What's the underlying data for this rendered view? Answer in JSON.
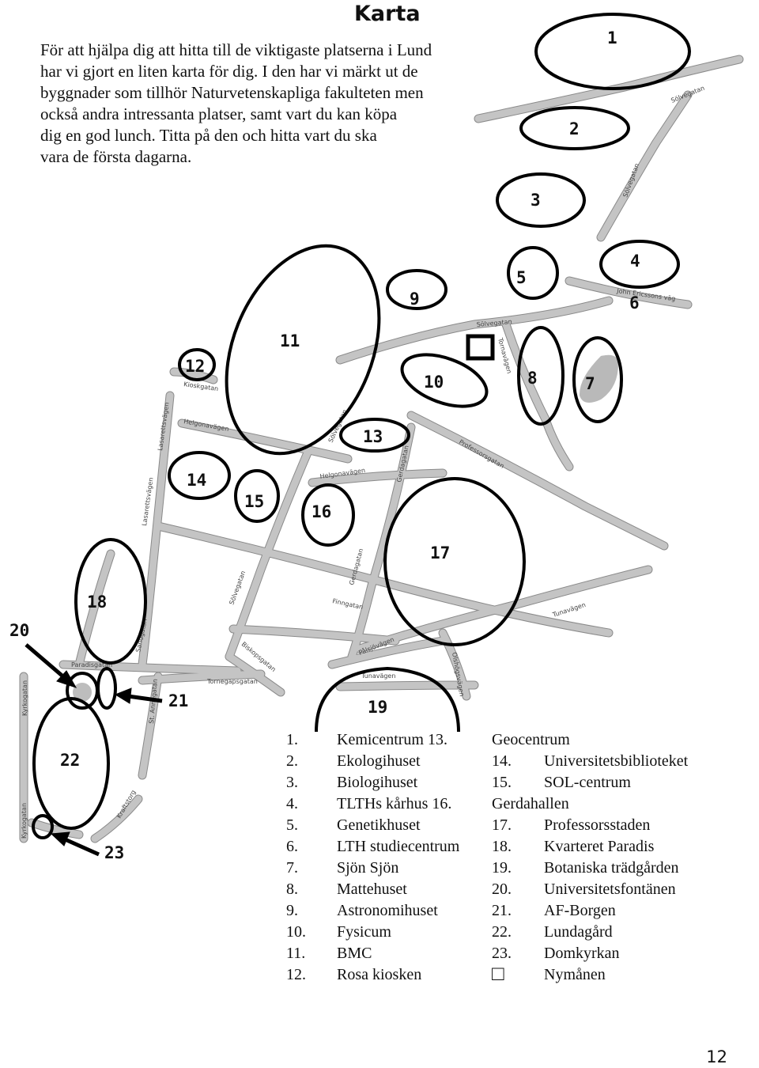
{
  "title": "Karta",
  "intro_lines": [
    "För att hjälpa dig att hitta till de viktigaste platserna i Lund",
    "har vi gjort en liten karta för dig. I den har vi märkt ut de",
    "byggnader som tillhör Naturvetenskapliga fakulteten men",
    "också andra intressanta platser, samt vart du kan köpa",
    "dig en god lunch. Titta på den och hitta vart du ska",
    "vara de första dagarna."
  ],
  "map": {
    "streets": [
      "Sölvegatan",
      "Sölvegatan",
      "John Ericssons väg",
      "Sölvegatan",
      "Tornavägen",
      "Kioskgatan",
      "Lasarettsvägen",
      "Helgonavägen",
      "Sölvegatan",
      "Professorsgatan",
      "Helgonavägen",
      "Gerdagatan",
      "Lasarettsvägen",
      "Gerdagatan",
      "Sölvegatan",
      "Finngatan",
      "Tunavägen",
      "Sandgatan",
      "Paradisgatan",
      "Biskopsgatan",
      "Pålsjövägen",
      "Olshögsvägen",
      "Tornegapsgatan",
      "Tunavägen",
      "Kyrkogatan",
      "St. Annegatan",
      "Kraftstorg",
      "Kyrkogatan"
    ],
    "markers": [
      "1",
      "2",
      "3",
      "4",
      "5",
      "6",
      "7",
      "8",
      "9",
      "10",
      "11",
      "12",
      "13",
      "14",
      "15",
      "16",
      "17",
      "18",
      "19",
      "20",
      "21",
      "22",
      "23"
    ]
  },
  "legend": {
    "col1": [
      {
        "num": "1.",
        "text": "Kemicentrum 13."
      },
      {
        "num": "2.",
        "text": "Ekologihuset"
      },
      {
        "num": "3.",
        "text": "Biologihuset"
      },
      {
        "num": "4.",
        "text": "TLTHs kårhus 16."
      },
      {
        "num": "5.",
        "text": "Genetikhuset"
      },
      {
        "num": "6.",
        "text": "LTH studiecentrum"
      },
      {
        "num": "7.",
        "text": "Sjön Sjön"
      },
      {
        "num": "8.",
        "text": "Mattehuset"
      },
      {
        "num": "9.",
        "text": "Astronomihuset"
      },
      {
        "num": "10.",
        "text": "Fysicum"
      },
      {
        "num": "11.",
        "text": "BMC"
      },
      {
        "num": "12.",
        "text": "Rosa kiosken"
      }
    ],
    "col2": [
      {
        "num": "",
        "text": "Geocentrum"
      },
      {
        "num": "14.",
        "text": "Universitetsbiblioteket"
      },
      {
        "num": "15.",
        "text": "SOL-centrum"
      },
      {
        "num": "",
        "text": "Gerdahallen"
      },
      {
        "num": "17.",
        "text": "Professorsstaden"
      },
      {
        "num": "18.",
        "text": "Kvarteret Paradis"
      },
      {
        "num": "19.",
        "text": "Botaniska trädgården"
      },
      {
        "num": "20.",
        "text": "Universitetsfontänen"
      },
      {
        "num": "21.",
        "text": "AF-Borgen"
      },
      {
        "num": "22.",
        "text": "Lundagård"
      },
      {
        "num": "23.",
        "text": "Domkyrkan"
      },
      {
        "num": "□",
        "text": "Nymånen"
      }
    ]
  },
  "page_number": "12"
}
